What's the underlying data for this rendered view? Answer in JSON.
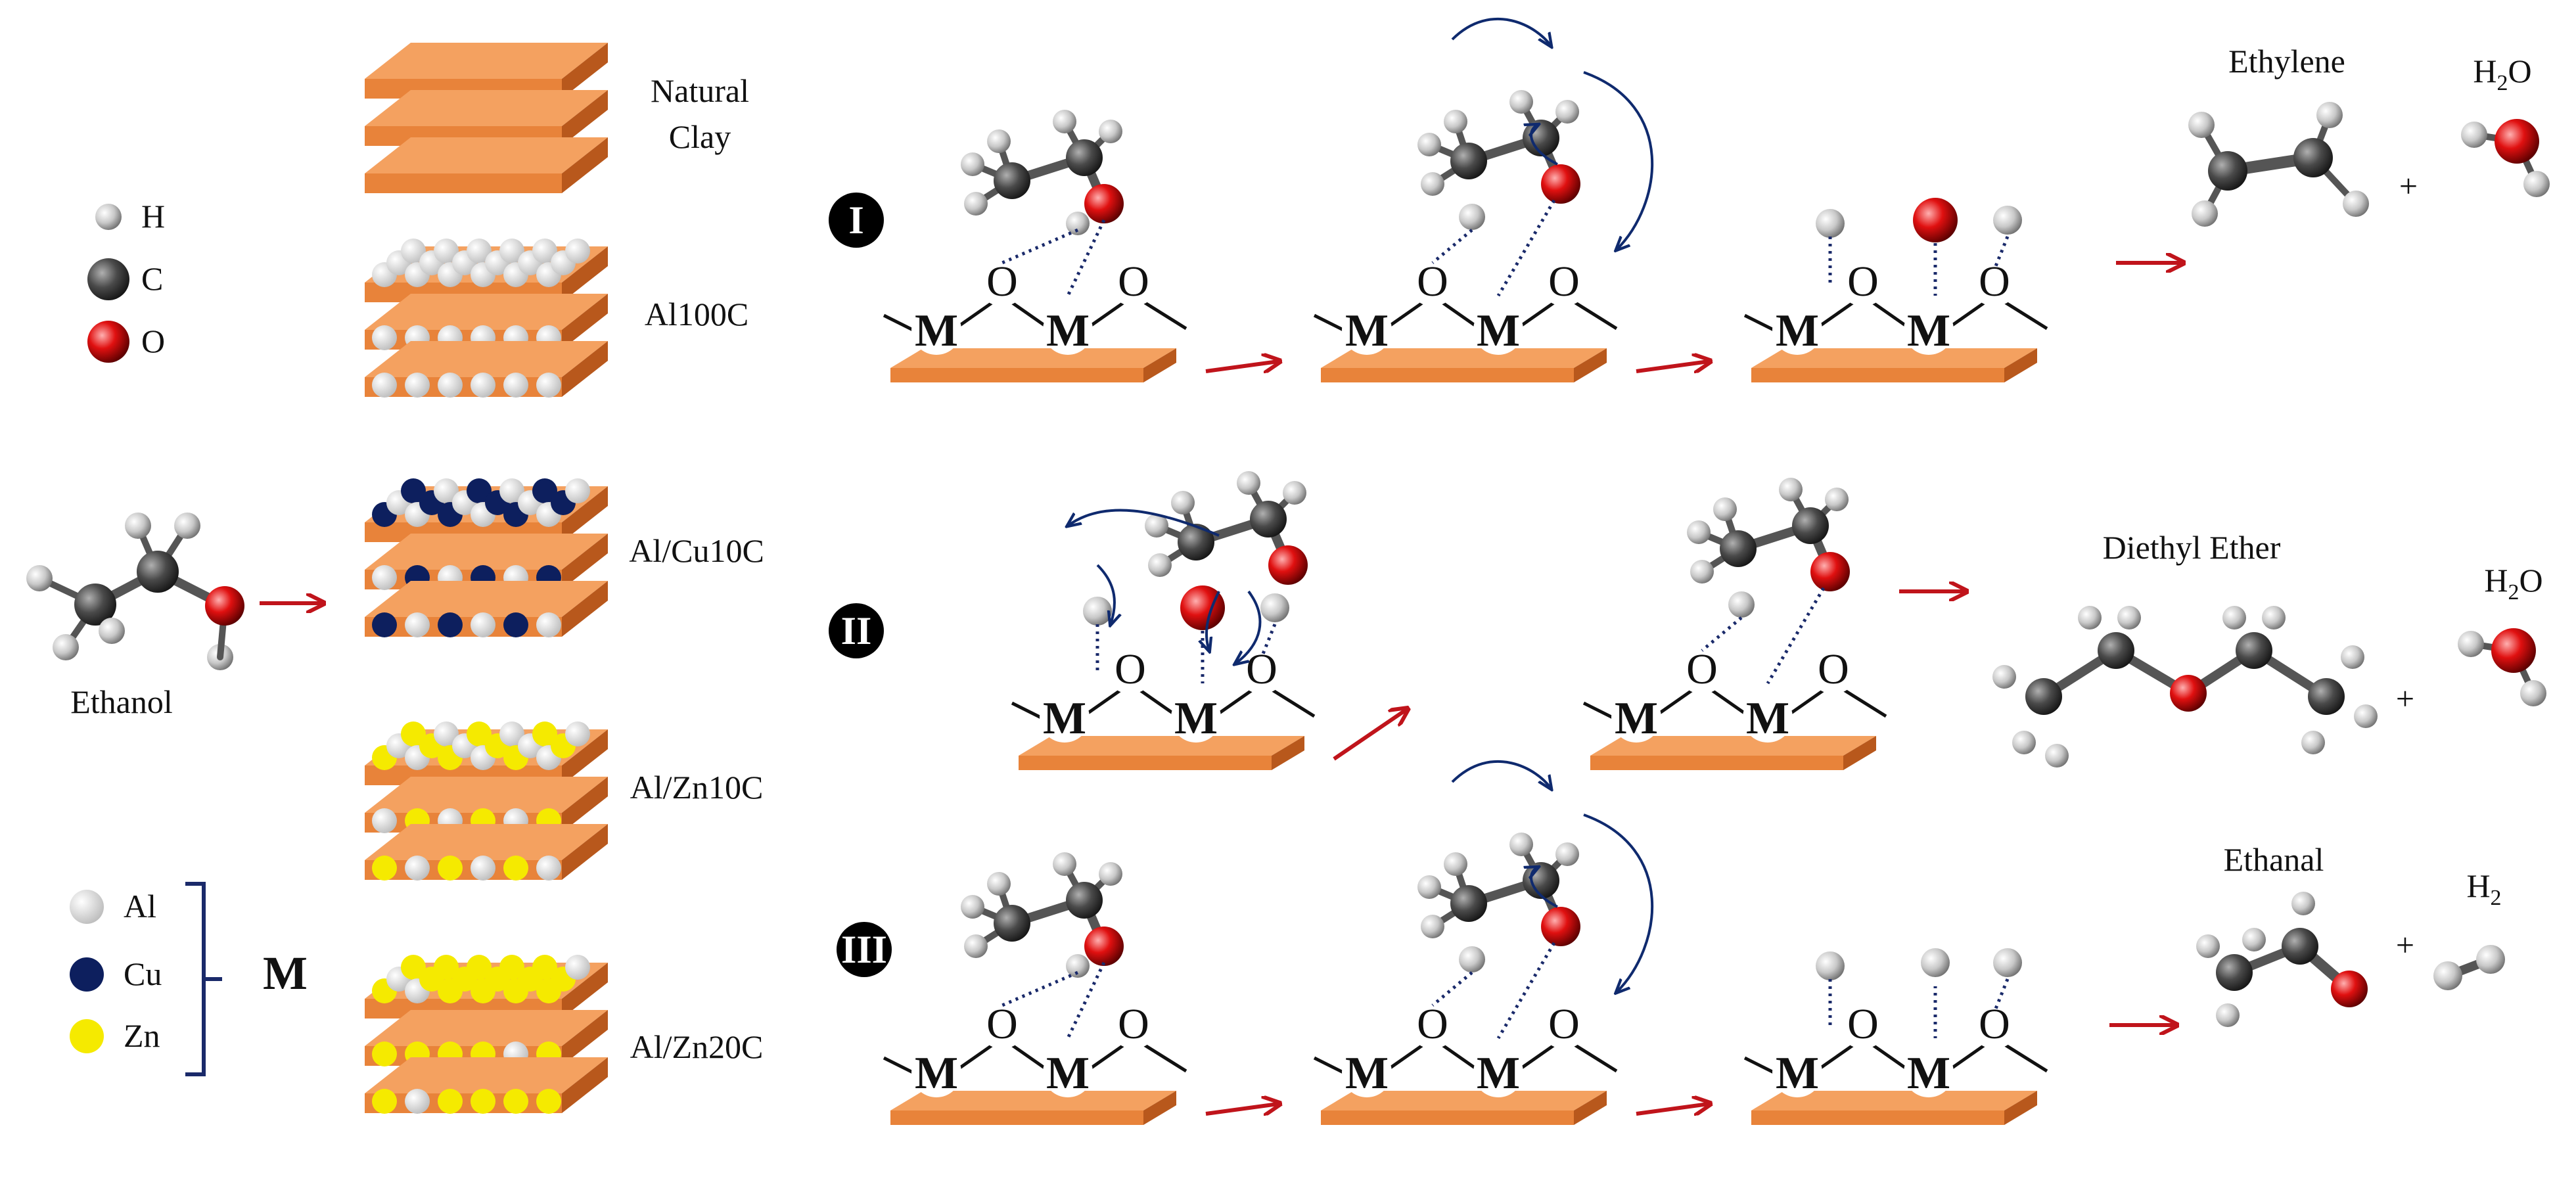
{
  "legend": {
    "atoms": [
      {
        "symbol": "H",
        "color": "#d8d8d8"
      },
      {
        "symbol": "C",
        "color": "#4a4a4a"
      },
      {
        "symbol": "O",
        "color": "#e01010"
      }
    ],
    "metals": [
      {
        "symbol": "Al",
        "color": "#cfcfcf"
      },
      {
        "symbol": "Cu",
        "color": "#0d1f5e"
      },
      {
        "symbol": "Zn",
        "color": "#f5ea00"
      }
    ],
    "metal_group_label": "M"
  },
  "reactant": {
    "label": "Ethanol"
  },
  "catalysts": [
    {
      "label_lines": [
        "Natural",
        "Clay"
      ],
      "dopants": []
    },
    {
      "label_lines": [
        "Al100C"
      ],
      "dopants": [
        "Al"
      ]
    },
    {
      "label_lines": [
        "Al/Cu10C"
      ],
      "dopants": [
        "Al",
        "Cu"
      ]
    },
    {
      "label_lines": [
        "Al/Zn10C"
      ],
      "dopants": [
        "Al",
        "Zn"
      ]
    },
    {
      "label_lines": [
        "Al/Zn20C"
      ],
      "dopants": [
        "Al",
        "Zn"
      ]
    }
  ],
  "surface": {
    "metal_label": "M",
    "oxygen_label": "O"
  },
  "pathways": [
    {
      "numeral": "I",
      "products": [
        {
          "name": "Ethylene"
        },
        {
          "name": "H",
          "subscript": "2",
          "suffix": "O"
        }
      ],
      "plus": "+"
    },
    {
      "numeral": "II",
      "products": [
        {
          "name": "Diethyl Ether"
        },
        {
          "name": "H",
          "subscript": "2",
          "suffix": "O"
        }
      ],
      "plus": "+"
    },
    {
      "numeral": "III",
      "products": [
        {
          "name": "Ethanal"
        },
        {
          "name": "H",
          "subscript": "2",
          "suffix": ""
        }
      ],
      "plus": "+"
    }
  ],
  "colors": {
    "slab": "#e8833a",
    "slab_top": "#f4a160",
    "slab_side": "#b8581c",
    "arrow_red": "#c0141b",
    "arrow_blue": "#0f2a6e",
    "bond": "#111111"
  }
}
